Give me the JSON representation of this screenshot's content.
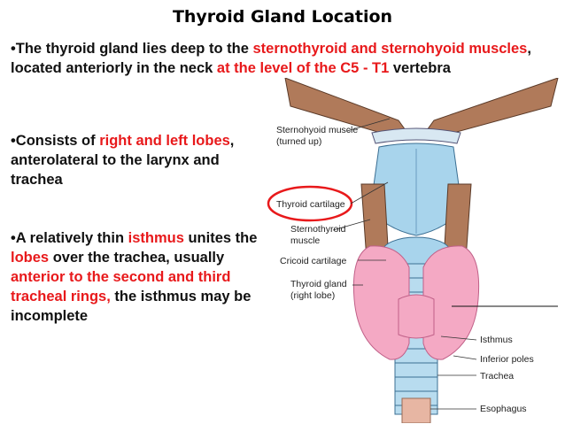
{
  "title": "Thyroid Gland Location",
  "para1": {
    "a": "•The thyroid gland lies deep to the ",
    "b": "sternothyroid and sternohyoid muscles",
    "c": ", located anteriorly in the neck ",
    "d": "at the level of the C5 - T1",
    "e": " vertebra"
  },
  "para2": {
    "a": "•Consists of ",
    "b": "right and left lobes",
    "c": ", anterolateral to the larynx and trachea"
  },
  "para3": {
    "a": "•A relatively thin ",
    "b": "isthmus",
    "c": " unites the ",
    "d": "lobes",
    "e": " over the trachea, usually ",
    "f": "anterior to the second and third tracheal rings,",
    "g": " the isthmus may be incomplete"
  },
  "figure": {
    "labels": {
      "sternohyoid_1": "Sternohyoid muscle",
      "sternohyoid_2": "(turned up)",
      "thyroid_cartilage": "Thyroid cartilage",
      "sternothyroid_1": "Sternothyroid",
      "sternothyroid_2": "muscle",
      "cricoid": "Cricoid cartilage",
      "gland_1": "Thyroid gland",
      "gland_2": "(right lobe)",
      "isthmus": "Isthmus",
      "inferior_poles": "Inferior poles",
      "trachea": "Trachea",
      "esophagus": "Esophagus"
    },
    "colors": {
      "muscle": "#b07a5a",
      "cartilage": "#a8d4ec",
      "gland": "#f4a9c4",
      "highlight": "#e8191b"
    }
  }
}
